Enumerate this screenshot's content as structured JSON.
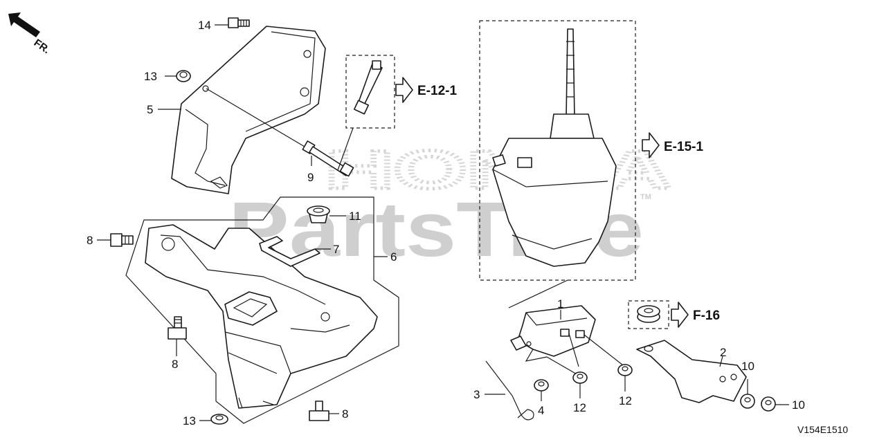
{
  "watermark": {
    "brand": "HONDA",
    "site": "PartsTree",
    "tm": "TM"
  },
  "orientation": {
    "label": "FR.",
    "icon": "arrow-up-left-icon"
  },
  "callouts": [
    {
      "id": "c14",
      "label": "14"
    },
    {
      "id": "c13a",
      "label": "13"
    },
    {
      "id": "c5",
      "label": "5"
    },
    {
      "id": "c9",
      "label": "9"
    },
    {
      "id": "c11",
      "label": "11"
    },
    {
      "id": "c8a",
      "label": "8"
    },
    {
      "id": "c7",
      "label": "7"
    },
    {
      "id": "c6",
      "label": "6"
    },
    {
      "id": "c8b",
      "label": "8"
    },
    {
      "id": "c13b",
      "label": "13"
    },
    {
      "id": "c8c",
      "label": "8"
    },
    {
      "id": "c1",
      "label": "1"
    },
    {
      "id": "c2",
      "label": "2"
    },
    {
      "id": "c3",
      "label": "3"
    },
    {
      "id": "c4",
      "label": "4"
    },
    {
      "id": "c12a",
      "label": "12"
    },
    {
      "id": "c12b",
      "label": "12"
    },
    {
      "id": "c10a",
      "label": "10"
    },
    {
      "id": "c10b",
      "label": "10"
    }
  ],
  "references": [
    {
      "id": "r1",
      "label": "E-12-1"
    },
    {
      "id": "r2",
      "label": "E-15-1"
    },
    {
      "id": "r3",
      "label": "F-16"
    }
  ],
  "diagram_code": "V154E1510"
}
